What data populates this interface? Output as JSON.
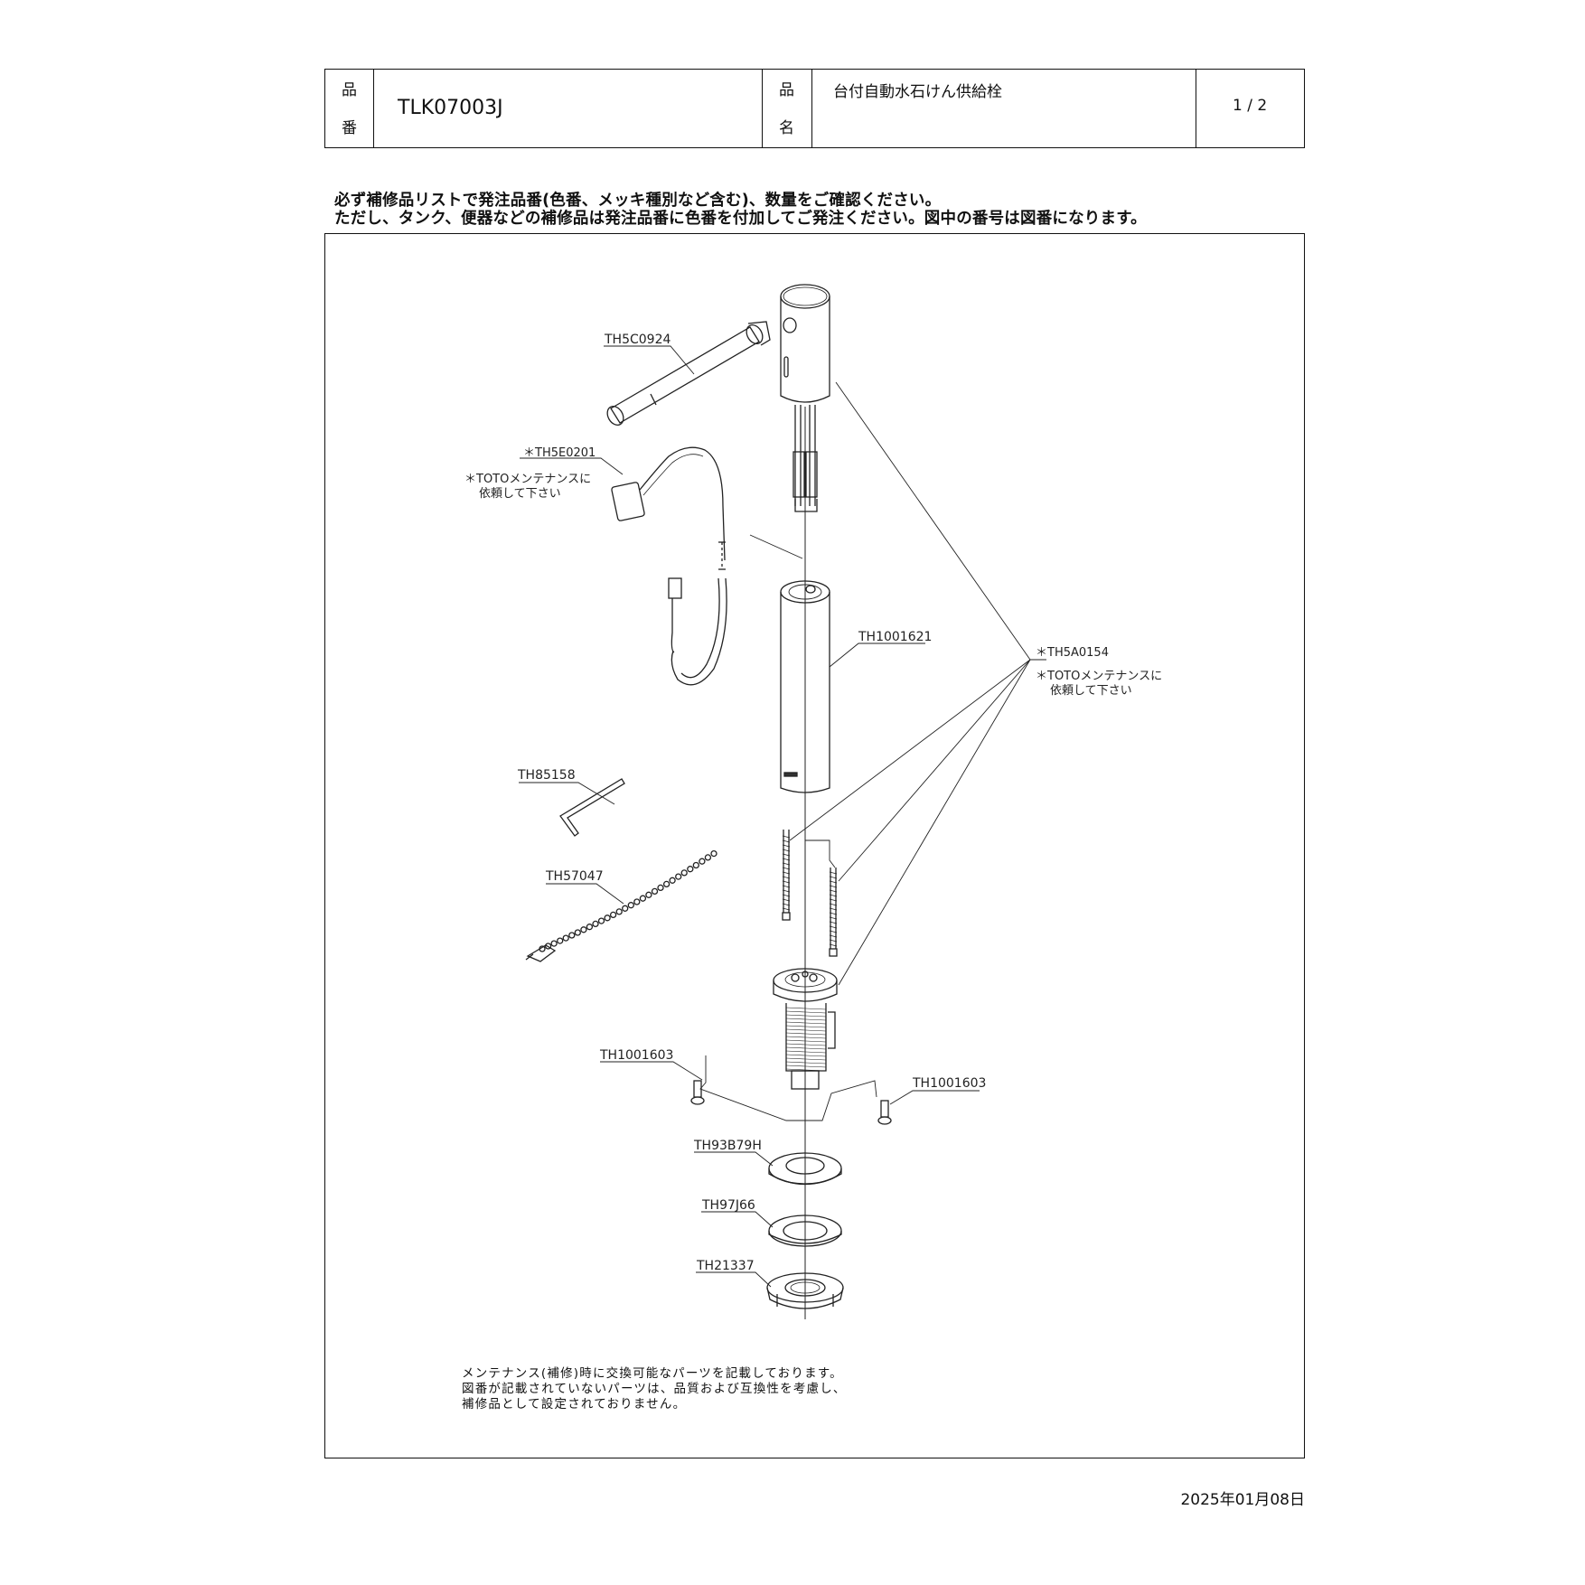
{
  "header": {
    "part_no_label_1": "品",
    "part_no_label_2": "番",
    "part_no": "TLK07003J",
    "name_label_1": "品",
    "name_label_2": "名",
    "product_name": "台付自動水石けん供給栓",
    "page": "1 / 2"
  },
  "notice": {
    "line1": "必ず補修品リストで発注品番(色番、メッキ種別など含む)、数量をご確認ください。",
    "line2": "ただし、タンク、便器などの補修品は発注品番に色番を付加してご発注ください。図中の番号は図番になります。"
  },
  "parts": {
    "spout": "TH5C0924",
    "sensor_cable": "＊TH5E0201",
    "sensor_cable_note_1": "＊TOTOメンテナンスに",
    "sensor_cable_note_2": "依頼して下さい",
    "body": "TH1001621",
    "valve": "＊TH5A0154",
    "valve_note_1": "＊TOTOメンテナンスに",
    "valve_note_2": "依頼して下さい",
    "hex_key": "TH85158",
    "chain": "TH57047",
    "screw_left": "TH1001603",
    "screw_right": "TH1001603",
    "washer_top": "TH93B79H",
    "washer_mid": "TH97J66",
    "nut": "TH21337"
  },
  "footnote": {
    "line1": "メンテナンス(補修)時に交換可能なパーツを記載しております。",
    "line2": "図番が記載されていないパーツは、品質および互換性を考慮し、",
    "line3": "補修品として設定されておりません。"
  },
  "date": "2025年01月08日"
}
